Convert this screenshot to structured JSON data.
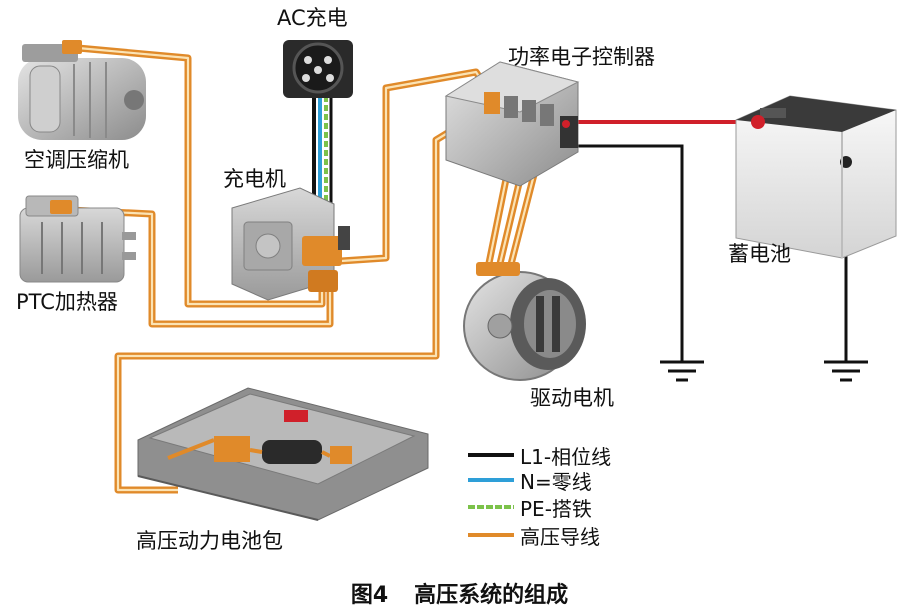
{
  "labels": {
    "ac_charge": "AC充电",
    "power_controller": "功率电子控制器",
    "ac_compressor": "空调压缩机",
    "charger": "充电机",
    "battery_12v": "蓄电池",
    "ptc_heater": "PTC加热器",
    "drive_motor": "驱动电机",
    "hv_battery": "高压动力电池包"
  },
  "legend": [
    {
      "label": "L1-相位线",
      "color": "#111111"
    },
    {
      "label": "N=零线",
      "color": "#2e9fd8"
    },
    {
      "label": "PE-搭铁",
      "color": "#7cc24a"
    },
    {
      "label": "高压导线",
      "color": "#e08a2a"
    }
  ],
  "caption": {
    "figure": "图4",
    "title": "高压系统的组成"
  },
  "colors": {
    "hv_wire": "#e08a2a",
    "l1": "#111111",
    "n": "#2e9fd8",
    "pe": "#7cc24a",
    "positive": "#d0202a"
  }
}
